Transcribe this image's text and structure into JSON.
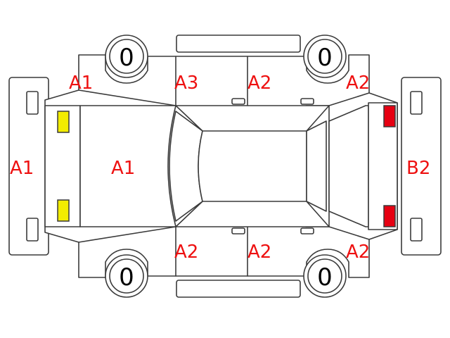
{
  "colors": {
    "damage_text": "#ee1111",
    "front_lamp": "#f2ec00",
    "rear_lamp": "#e60012",
    "outline": "#3a3a3a"
  },
  "labels": {
    "front_bumper": "A1",
    "hood": "A1",
    "left_front_fender": "A1",
    "left_front_door": "A3",
    "left_rear_door": "A2",
    "left_rear_fender": "A2",
    "right_front_door": "A2",
    "right_rear_door": "A2",
    "right_rear_fender": "A2",
    "rear_bumper": "B2"
  },
  "tires": {
    "left_front": "0",
    "left_rear": "0",
    "right_front": "0",
    "right_rear": "0"
  }
}
